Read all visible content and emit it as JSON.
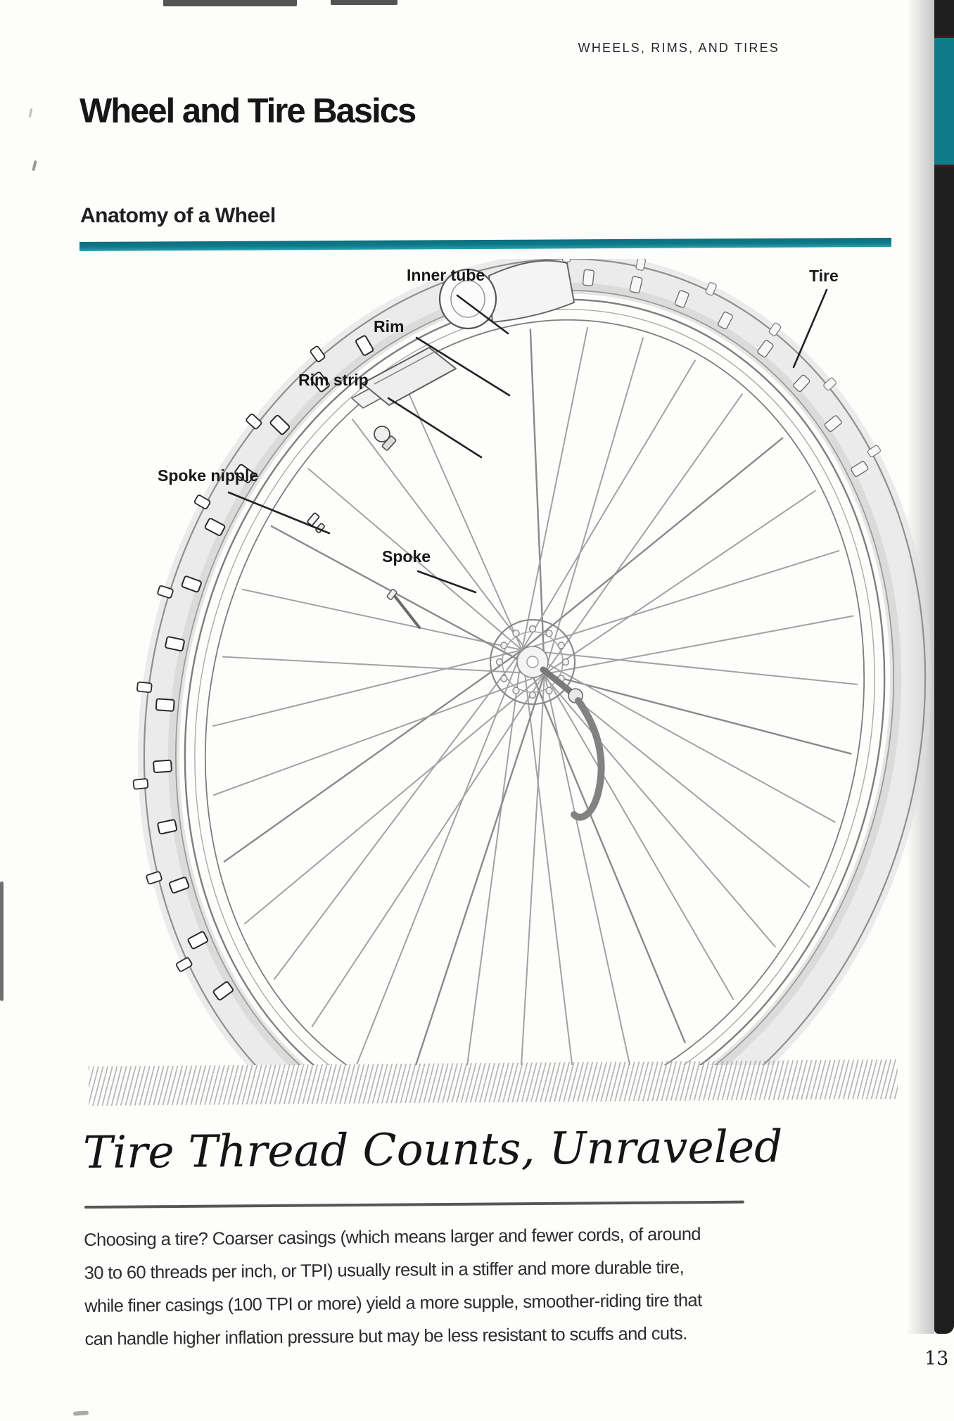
{
  "header": {
    "kicker": "WHEELS, RIMS, AND TIRES"
  },
  "title": "Wheel and Tire Basics",
  "section": {
    "subtitle": "Anatomy of a Wheel"
  },
  "diagram": {
    "labels": [
      {
        "id": "inner-tube",
        "text": "Inner tube"
      },
      {
        "id": "tire",
        "text": "Tire"
      },
      {
        "id": "rim",
        "text": "Rim"
      },
      {
        "id": "rim-strip",
        "text": "Rim strip"
      },
      {
        "id": "spoke-nipple",
        "text": "Spoke nipple"
      },
      {
        "id": "spoke",
        "text": "Spoke"
      }
    ]
  },
  "article": {
    "heading": "Tire Thread Counts, Unraveled",
    "body_lines": [
      "Choosing a tire? Coarser casings (which means larger and fewer cords, of around",
      "30 to 60 threads per inch, or TPI) usually result in a stiffer and more durable tire,",
      "while finer casings (100 TPI or more) yield a more supple, smoother-riding tire that",
      "can handle higher inflation pressure but may be less resistant to scuffs and cuts."
    ]
  },
  "footer": {
    "page_number": "13"
  },
  "colors": {
    "teal": "#0f7b8a",
    "band_black": "#1e1e1e",
    "text_dark": "#1d1d1d"
  }
}
